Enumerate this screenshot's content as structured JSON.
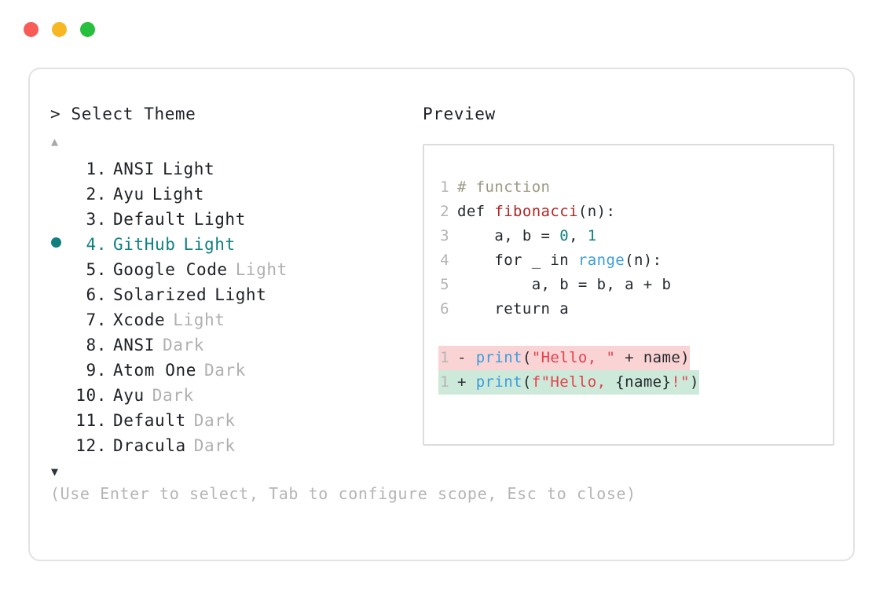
{
  "window": {
    "traffic_lights": [
      {
        "name": "close",
        "color": "#f75c56"
      },
      {
        "name": "minimize",
        "color": "#f6b723"
      },
      {
        "name": "zoom",
        "color": "#26c03d"
      }
    ]
  },
  "picker": {
    "prompt_caret": ">",
    "title": "Select Theme",
    "scroll_up_icon": "▲",
    "scroll_down_icon": "▼",
    "selected_index": 4,
    "items": [
      {
        "index": "1.",
        "name": "ANSI",
        "variant": "Light",
        "variant_dim": false,
        "selected": false
      },
      {
        "index": "2.",
        "name": "Ayu",
        "variant": "Light",
        "variant_dim": false,
        "selected": false
      },
      {
        "index": "3.",
        "name": "Default",
        "variant": "Light",
        "variant_dim": false,
        "selected": false
      },
      {
        "index": "4.",
        "name": "GitHub",
        "variant": "Light",
        "variant_dim": false,
        "selected": true
      },
      {
        "index": "5.",
        "name": "Google Code",
        "variant": "Light",
        "variant_dim": true,
        "selected": false
      },
      {
        "index": "6.",
        "name": "Solarized",
        "variant": "Light",
        "variant_dim": false,
        "selected": false
      },
      {
        "index": "7.",
        "name": "Xcode",
        "variant": "Light",
        "variant_dim": true,
        "selected": false
      },
      {
        "index": "8.",
        "name": "ANSI",
        "variant": "Dark",
        "variant_dim": true,
        "selected": false
      },
      {
        "index": "9.",
        "name": "Atom One",
        "variant": "Dark",
        "variant_dim": true,
        "selected": false
      },
      {
        "index": "10.",
        "name": "Ayu",
        "variant": "Dark",
        "variant_dim": true,
        "selected": false
      },
      {
        "index": "11.",
        "name": "Default",
        "variant": "Dark",
        "variant_dim": true,
        "selected": false
      },
      {
        "index": "12.",
        "name": "Dracula",
        "variant": "Dark",
        "variant_dim": true,
        "selected": false
      }
    ]
  },
  "preview": {
    "label": "Preview",
    "code_lines": [
      {
        "ln": "1",
        "tokens": [
          {
            "t": "# function",
            "c": "comment"
          }
        ]
      },
      {
        "ln": "2",
        "tokens": [
          {
            "t": "def ",
            "c": "keyword"
          },
          {
            "t": "fibonacci",
            "c": "func"
          },
          {
            "t": "(n):",
            "c": "plain"
          }
        ]
      },
      {
        "ln": "3",
        "tokens": [
          {
            "t": "    a, b = ",
            "c": "plain"
          },
          {
            "t": "0",
            "c": "num"
          },
          {
            "t": ", ",
            "c": "plain"
          },
          {
            "t": "1",
            "c": "num"
          }
        ]
      },
      {
        "ln": "4",
        "tokens": [
          {
            "t": "    for _ in ",
            "c": "plain"
          },
          {
            "t": "range",
            "c": "builtin"
          },
          {
            "t": "(n):",
            "c": "plain"
          }
        ]
      },
      {
        "ln": "5",
        "tokens": [
          {
            "t": "        a, b = b, a + b",
            "c": "plain"
          }
        ]
      },
      {
        "ln": "6",
        "tokens": [
          {
            "t": "    return a",
            "c": "plain"
          }
        ]
      }
    ],
    "diff_lines": [
      {
        "ln": "1",
        "sign": "-",
        "kind": "del",
        "tokens": [
          {
            "t": "print",
            "c": "builtin"
          },
          {
            "t": "(",
            "c": "plain"
          },
          {
            "t": "\"Hello, \"",
            "c": "string"
          },
          {
            "t": " + name)",
            "c": "plain"
          }
        ]
      },
      {
        "ln": "1",
        "sign": "+",
        "kind": "add",
        "tokens": [
          {
            "t": "print",
            "c": "builtin"
          },
          {
            "t": "(",
            "c": "plain"
          },
          {
            "t": "f\"Hello, ",
            "c": "string"
          },
          {
            "t": "{name}",
            "c": "plain"
          },
          {
            "t": "!\"",
            "c": "string"
          },
          {
            "t": ")",
            "c": "plain"
          }
        ]
      }
    ]
  },
  "footer": {
    "hint": "(Use Enter to select, Tab to configure scope, Esc to close)"
  },
  "colors": {
    "accent_teal": "#0f7f7f",
    "diff_del_bg": "#fad3d4",
    "diff_add_bg": "#cde9da",
    "dim_text": "#b0b0b0",
    "text": "#1d2025"
  }
}
